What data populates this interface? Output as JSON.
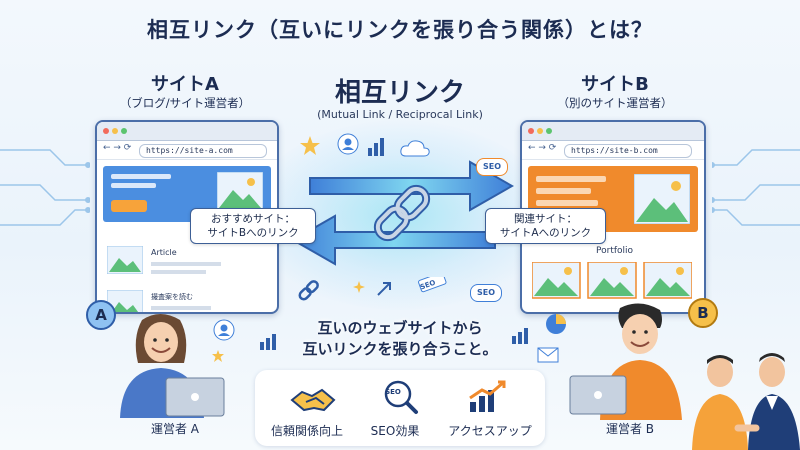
{
  "title": "相互リンク（互いにリンクを張り合う関係）とは？",
  "center": {
    "title": "相互リンク",
    "subtitle": "(Mutual Link / Reciprocal Link)"
  },
  "site_a": {
    "title": "サイトA",
    "subtitle": "（ブログ/サイト運営者）",
    "url": "https://site-a.com",
    "article_label": "Article",
    "read_more": "撮査案を読む",
    "callout_line1": "おすすめサイト：",
    "callout_line2": "サイトBへのリンク",
    "badge": "A",
    "owner_label": "運営者 A"
  },
  "site_b": {
    "title": "サイトB",
    "subtitle": "（別のサイト運営者）",
    "url": "https://site-b.com",
    "portfolio_label": "Portfolio",
    "callout_line1": "関連サイト：",
    "callout_line2": "サイトAへのリンク",
    "badge": "B",
    "owner_label": "運営者 B"
  },
  "explanation": {
    "line1": "互いのウェブサイトから",
    "line2": "互いリンクを張り合うこと。"
  },
  "seo_tags": [
    "SEO",
    "SEO",
    "SEO"
  ],
  "benefits": [
    {
      "icon": "handshake-icon",
      "label": "信頼関係向上"
    },
    {
      "icon": "seo-magnifier-icon",
      "label": "SEO効果"
    },
    {
      "icon": "growth-chart-icon",
      "label": "アクセスアップ"
    }
  ],
  "colors": {
    "arrow": "#3f7fd8",
    "site_a_accent": "#4b8ee0",
    "site_b_accent": "#f08a2c",
    "badge_a": "#8fc2f2",
    "badge_b": "#f6c04a"
  }
}
